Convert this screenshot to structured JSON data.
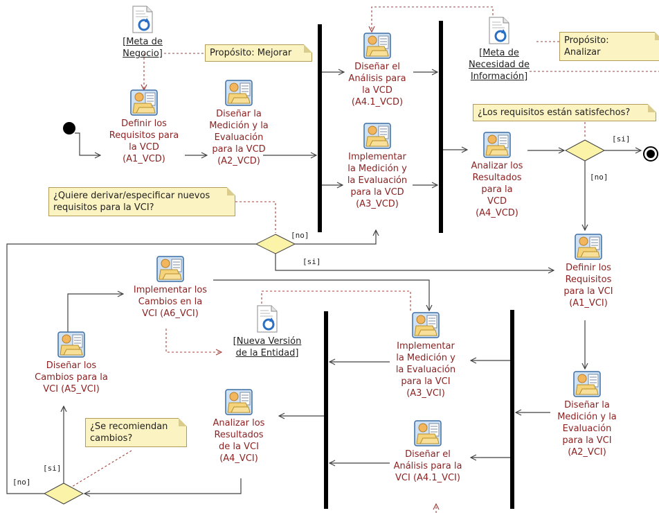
{
  "activities": {
    "a1_vcd": "Definir los\nRequisitos para\nla VCD\n(A1_VCD)",
    "a2_vcd": "Diseñar la\nMedición y la\nEvaluación\npara la VCD\n(A2_VCD)",
    "a41_vcd": "Diseñar el\nAnálisis para\nla VCD\n(A4.1_VCD)",
    "a3_vcd": "Implementar\nla Medición y\nla Evaluación\npara la VCD\n(A3_VCD)",
    "a4_vcd": "Analizar los\nResultados\npara la\nVCD\n(A4_VCD)",
    "a1_vci": "Definir los\nRequisitos\npara la VCI\n(A1_VCI)",
    "a2_vci": "Diseñar la\nMedición y la\nEvaluación\npara la VCI\n(A2_VCI)",
    "a3_vci": "Implementar\nla Medición y\nla Evaluación\npara la VCI\n(A3_VCI)",
    "a41_vci": "Diseñar el\nAnálisis para la\nVCI (A4.1_VCI)",
    "a4_vci": "Analizar los\nResultados\nde la VCI\n(A4_VCI)",
    "a5_vci": "Diseñar los\nCambios para la\nVCI (A5_VCI)",
    "a6_vci": "Implementar los\nCambios en la\nVCI (A6_VCI)"
  },
  "artifacts": {
    "meta_negocio": "[Meta de\nNegocio]",
    "meta_necesidad": "[Meta de\nNecesidad de\nInformación]",
    "nueva_version": "[Nueva Versión\nde la Entidad]"
  },
  "notes": {
    "proposito_mejorar": "Propósito: Mejorar",
    "proposito_analizar": "Propósito: Analizar",
    "requisitos_satisfechos": "¿Los requisitos están satisfechos?",
    "quiere_derivar": "¿Quiere derivar/especificar nuevos\nrequisitos para la VCI?",
    "se_recomiendan": "¿Se recomiendan\ncambios?"
  },
  "guards": {
    "si_top": "[si]",
    "no_top": "[no]",
    "no_mid": "[no]",
    "si_mid": "[si]",
    "si_bottom": "[si]",
    "no_bottom": "[no]"
  },
  "colors": {
    "activity_text": "#8b1f1f",
    "note_fill": "#fbf3c2",
    "note_border": "#b09b55",
    "dashed_link": "#a0403c",
    "diamond_fill": "#fbf3a8",
    "bar": "#000000",
    "line": "#404040"
  },
  "icons": {
    "activity": "activity-person-folder-icon",
    "artifact": "document-refresh-icon"
  }
}
